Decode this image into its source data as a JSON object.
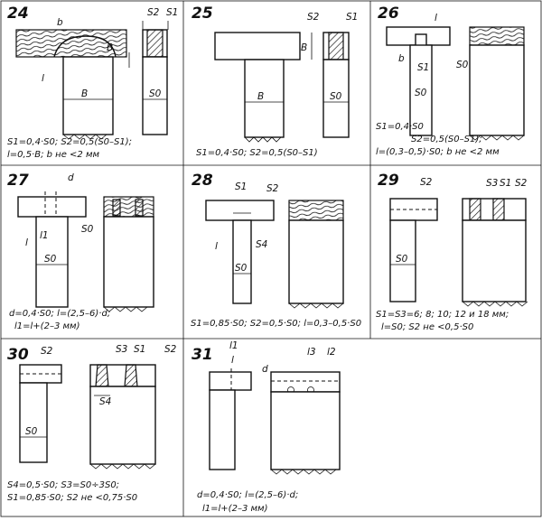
{
  "panels": [
    {
      "number": "24",
      "labels": [
        "b",
        "S2",
        "S1",
        "B",
        "l",
        "B",
        "S0"
      ],
      "formulas": [
        "S1=0,4·S0;  S2=0,5(S0–S1);",
        "l=0,5·B;  b не <2 мм"
      ]
    },
    {
      "number": "25",
      "labels": [
        "S2",
        "S1",
        "B",
        "B",
        "S0"
      ],
      "formulas": [
        "S1=0,4·S0;  S2=0,5(S0–S1)"
      ]
    },
    {
      "number": "26",
      "labels": [
        "l",
        "b",
        "S1",
        "S0",
        "S0"
      ],
      "formulas": [
        "S1=0,4·S0",
        "S2=0,5(S0–S1);",
        "l=(0,3–0,5)·S0;  b не <2 мм"
      ]
    },
    {
      "number": "27",
      "labels": [
        "d",
        "l",
        "l1",
        "S0",
        "S0"
      ],
      "formulas": [
        "d=0,4·S0;  l=(2,5–6)·d;",
        "l1=l+(2–3 мм)"
      ]
    },
    {
      "number": "28",
      "labels": [
        "S1",
        "S2",
        "l",
        "S4",
        "S0"
      ],
      "formulas": [
        "S1=0,85·S0;  S2=0,5·S0;  l=0,3–0,5·S0"
      ]
    },
    {
      "number": "29",
      "labels": [
        "S2",
        "S3",
        "S1",
        "S2",
        "S0"
      ],
      "formulas": [
        "S1=S3=6; 8; 10; 12 и 18 мм;",
        "l=S0;  S2 не <0,5·S0"
      ]
    },
    {
      "number": "30",
      "labels": [
        "S2",
        "S3",
        "S1",
        "S2",
        "S4",
        "S0"
      ],
      "formulas": [
        "S4=0,5·S0;  S3=S0÷3S0;",
        "S1=0,85·S0;  S2 не <0,75·S0"
      ]
    },
    {
      "number": "31",
      "labels": [
        "l1",
        "l",
        "d",
        "l3",
        "l2"
      ],
      "formulas": [
        "d=0,4·S0;  l=(2,5–6)·d;",
        "l1=l+(2–3 мм)"
      ]
    }
  ]
}
